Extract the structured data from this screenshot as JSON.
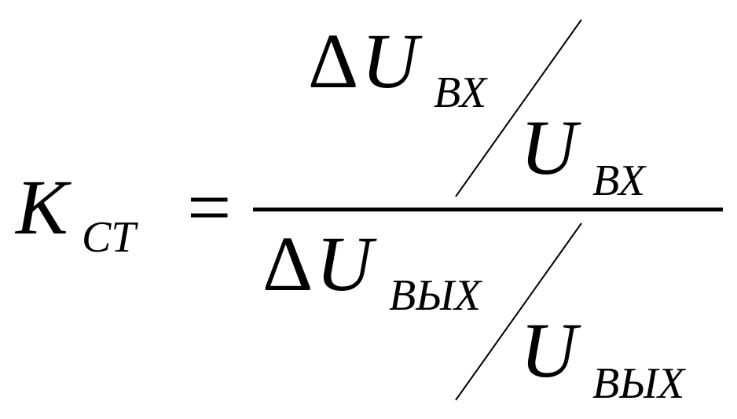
{
  "formula": {
    "lhs": {
      "symbol": "K",
      "subscript": "СТ"
    },
    "equals": "=",
    "numerator": {
      "delta": "Δ",
      "top_symbol": "U",
      "top_subscript": "ВХ",
      "bottom_symbol": "U",
      "bottom_subscript": "ВХ"
    },
    "denominator": {
      "delta": "Δ",
      "top_symbol": "U",
      "top_subscript": "ВЫХ",
      "bottom_symbol": "U",
      "bottom_subscript": "ВЫХ"
    }
  }
}
